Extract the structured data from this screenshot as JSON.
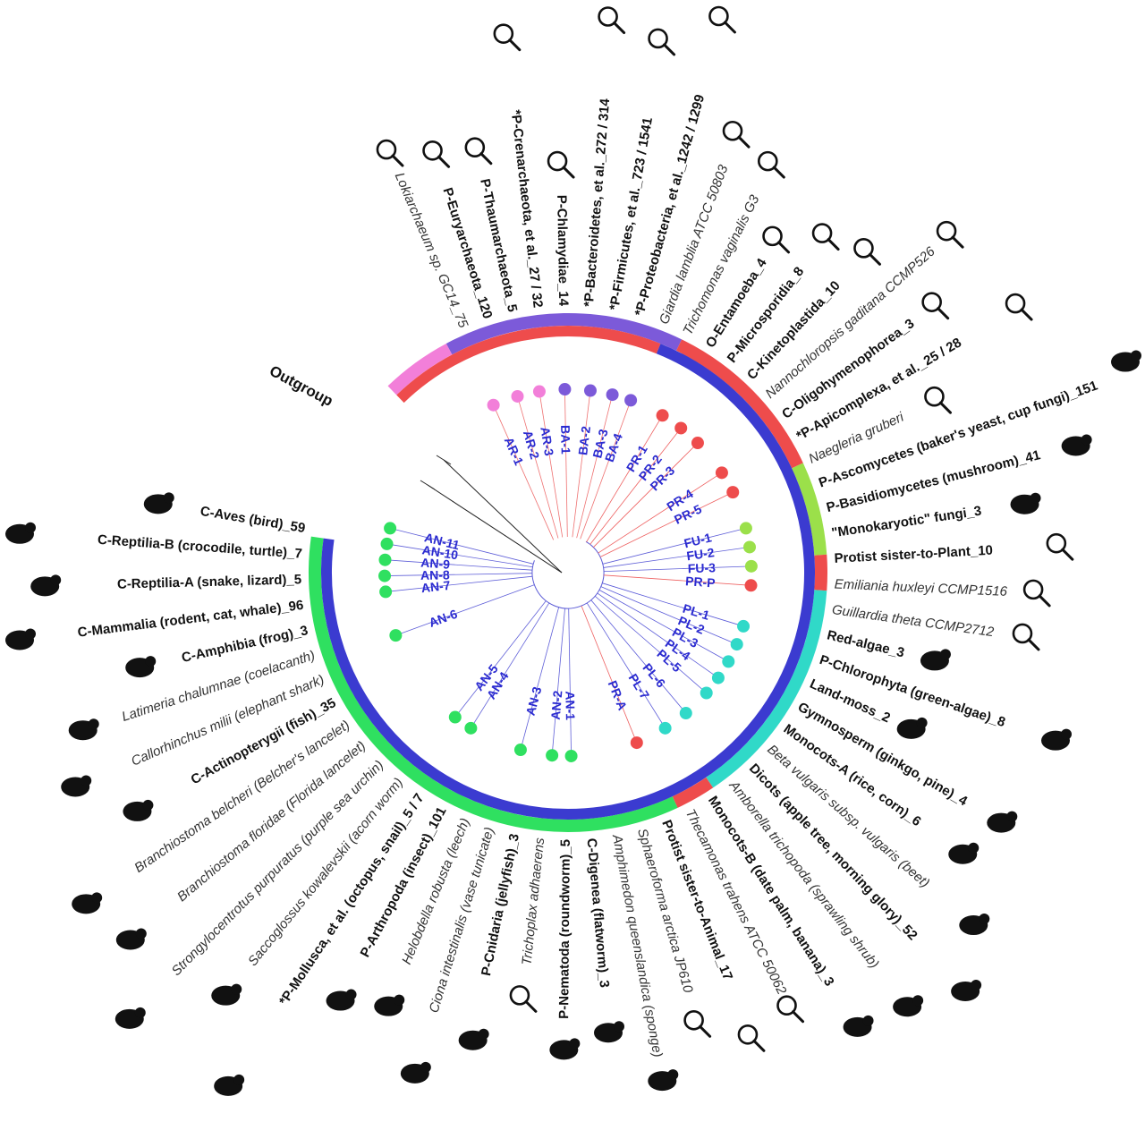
{
  "outgroup_label": "Outgroup",
  "colors": {
    "archaea": "#f27fd9",
    "bacteroid": "#7c5ad9",
    "protist": "#ee4c4c",
    "fungi": "#9be04a",
    "plant": "#30d9c8",
    "animal": "#2fe060",
    "inner_ring": "#3b3bd0",
    "tip_label": "#2b2bd0",
    "icon": "#111111"
  },
  "outer_ring": [
    {
      "group": "archaea",
      "from": 226,
      "to": 242,
      "color": "#f27fd9"
    },
    {
      "group": "bacteria",
      "from": 242,
      "to": 296,
      "color": "#7c5ad9"
    },
    {
      "group": "protist",
      "from": 296,
      "to": 335,
      "color": "#ee4c4c"
    },
    {
      "group": "fungi",
      "from": 335,
      "to": 356,
      "color": "#9be04a"
    },
    {
      "group": "protist-plant",
      "from": 356,
      "to": 364,
      "color": "#ee4c4c"
    },
    {
      "group": "plant",
      "from": 364,
      "to": 416,
      "color": "#30d9c8"
    },
    {
      "group": "protist-animal",
      "from": 416,
      "to": 425,
      "color": "#ee4c4c"
    },
    {
      "group": "animal",
      "from": 425,
      "to": 548,
      "color": "#2fe060"
    }
  ],
  "mid_ring": [
    {
      "from": 226,
      "to": 292,
      "color": "#ee4c4c"
    },
    {
      "from": 292,
      "to": 548,
      "color": "#3b3bd0"
    }
  ],
  "tips": [
    {
      "label": "AR-1",
      "angle": 246,
      "color": "#f27fd9"
    },
    {
      "label": "AR-2",
      "angle": 254,
      "color": "#f27fd9"
    },
    {
      "label": "AR-3",
      "angle": 261,
      "color": "#f27fd9"
    },
    {
      "label": "BA-1",
      "angle": 269,
      "color": "#7c5ad9"
    },
    {
      "label": "BA-2",
      "angle": 277,
      "color": "#7c5ad9"
    },
    {
      "label": "BA-3",
      "angle": 284,
      "color": "#7c5ad9"
    },
    {
      "label": "BA-4",
      "angle": 290,
      "color": "#7c5ad9"
    },
    {
      "label": "PR-1",
      "angle": 301,
      "color": "#ee4c4c"
    },
    {
      "label": "PR-2",
      "angle": 308,
      "color": "#ee4c4c"
    },
    {
      "label": "PR-3",
      "angle": 315,
      "color": "#ee4c4c"
    },
    {
      "label": "PR-4",
      "angle": 327,
      "color": "#ee4c4c"
    },
    {
      "label": "PR-5",
      "angle": 334,
      "color": "#ee4c4c"
    },
    {
      "label": "FU-1",
      "angle": 346,
      "color": "#9be04a"
    },
    {
      "label": "FU-2",
      "angle": 352,
      "color": "#9be04a"
    },
    {
      "label": "FU-3",
      "angle": 358,
      "color": "#9be04a"
    },
    {
      "label": "PR-P",
      "angle": 364,
      "color": "#ee4c4c"
    },
    {
      "label": "PL-1",
      "angle": 377,
      "color": "#30d9c8"
    },
    {
      "label": "PL-2",
      "angle": 383,
      "color": "#30d9c8"
    },
    {
      "label": "PL-3",
      "angle": 389,
      "color": "#30d9c8"
    },
    {
      "label": "PL-4",
      "angle": 395,
      "color": "#30d9c8"
    },
    {
      "label": "PL-5",
      "angle": 401,
      "color": "#30d9c8"
    },
    {
      "label": "PL-6",
      "angle": 410,
      "color": "#30d9c8"
    },
    {
      "label": "PL-7",
      "angle": 418,
      "color": "#30d9c8"
    },
    {
      "label": "PR-A",
      "angle": 428,
      "color": "#ee4c4c"
    },
    {
      "label": "AN-1",
      "angle": 449,
      "color": "#2fe060"
    },
    {
      "label": "AN-2",
      "angle": 455,
      "color": "#2fe060"
    },
    {
      "label": "AN-3",
      "angle": 465,
      "color": "#2fe060"
    },
    {
      "label": "AN-4",
      "angle": 482,
      "color": "#2fe060"
    },
    {
      "label": "AN-5",
      "angle": 488,
      "color": "#2fe060"
    },
    {
      "label": "AN-6",
      "angle": 520,
      "color": "#2fe060"
    },
    {
      "label": "AN-7",
      "angle": 534,
      "color": "#2fe060"
    },
    {
      "label": "AN-8",
      "angle": 539,
      "color": "#2fe060"
    },
    {
      "label": "AN-9",
      "angle": 544,
      "color": "#2fe060"
    },
    {
      "label": "AN-10",
      "angle": 549,
      "color": "#2fe060"
    },
    {
      "label": "AN-11",
      "angle": 554,
      "color": "#2fe060"
    }
  ],
  "taxa": [
    {
      "text": "Lokiarchaeum sp. GC14_75",
      "angle": 247,
      "style": "italic",
      "icon": "magnifier-icon"
    },
    {
      "text": "P-Euryarchaeota_120",
      "angle": 252.5,
      "style": "bold",
      "icon": "magnifier-icon"
    },
    {
      "text": "P-Thaumarchaeota_5",
      "angle": 258,
      "style": "bold",
      "icon": "magnifier-icon"
    },
    {
      "text": "*P-Crenarchaeota, et al._27 / 32",
      "angle": 263.5,
      "style": "bold",
      "icon": "magnifier-icon"
    },
    {
      "text": "P-Chlamydiae_14",
      "angle": 269,
      "style": "bold",
      "icon": "magnifier-icon"
    },
    {
      "text": "*P-Bacteroidetes, et al._272 / 314",
      "angle": 274.5,
      "style": "bold",
      "icon": "magnifier-icon"
    },
    {
      "text": "*P-Firmicutes, et al._723 / 1541",
      "angle": 280,
      "style": "bold",
      "icon": "magnifier-icon"
    },
    {
      "text": "*P-Proteobacteria, et al._1242 / 1299",
      "angle": 285.5,
      "style": "bold",
      "icon": "magnifier-icon"
    },
    {
      "text": "Giardia lamblia ATCC 50803",
      "angle": 291,
      "style": "italic",
      "icon": "magnifier-icon"
    },
    {
      "text": "Trichomonas vaginalis G3",
      "angle": 296.5,
      "style": "italic",
      "icon": "magnifier-icon"
    },
    {
      "text": "O-Entamoeba_4",
      "angle": 302,
      "style": "bold",
      "icon": "magnifier-icon"
    },
    {
      "text": "P-Microsporidia_8",
      "angle": 307.5,
      "style": "bold",
      "icon": "magnifier-icon"
    },
    {
      "text": "C-Kinetoplastida_10",
      "angle": 313,
      "style": "bold",
      "icon": "magnifier-icon"
    },
    {
      "text": "Nannochloropsis gaditana CCMP526",
      "angle": 318.5,
      "style": "italic",
      "icon": "magnifier-icon"
    },
    {
      "text": "C-Oligohymenophorea_3",
      "angle": 324,
      "style": "bold",
      "icon": "magnifier-icon"
    },
    {
      "text": "*P-Apicomplexa, et al._25 / 28",
      "angle": 329.5,
      "style": "bold",
      "icon": "magnifier-icon"
    },
    {
      "text": "Naegleria gruberi",
      "angle": 335,
      "style": "italic",
      "icon": "magnifier-icon"
    },
    {
      "text": "P-Ascomycetes (baker's yeast, cup fungi)_151",
      "angle": 340.5,
      "style": "bold",
      "icon": "cup-fungus-icon"
    },
    {
      "text": "P-Basidiomycetes (mushroom)_41",
      "angle": 346,
      "style": "bold",
      "icon": "mushroom-icon"
    },
    {
      "text": "\"Monokaryotic\" fungi_3",
      "angle": 351.5,
      "style": "bold",
      "icon": "mold-icon"
    },
    {
      "text": "Protist sister-to-Plant_10",
      "angle": 357,
      "style": "bold",
      "icon": "magnifier-icon"
    },
    {
      "text": "Emiliania huxleyi CCMP1516",
      "angle": 362.5,
      "style": "italic",
      "icon": "magnifier-icon"
    },
    {
      "text": "Guillardia theta CCMP2712",
      "angle": 368,
      "style": "italic",
      "icon": "magnifier-icon"
    },
    {
      "text": "Red-algae_3",
      "angle": 373.5,
      "style": "bold",
      "icon": "red-algae-icon"
    },
    {
      "text": "P-Chlorophyta (green-algae)_8",
      "angle": 379,
      "style": "bold",
      "icon": "green-algae-icon"
    },
    {
      "text": "Land-moss_2",
      "angle": 384.5,
      "style": "bold",
      "icon": "moss-icon"
    },
    {
      "text": "Gymnosperm (ginkgo, pine)_4",
      "angle": 390,
      "style": "bold",
      "icon": "pine-tree-icon"
    },
    {
      "text": "Monocots-A (rice, corn)_6",
      "angle": 395.5,
      "style": "bold",
      "icon": "corn-icon"
    },
    {
      "text": "Beta vulgaris subsp. vulgaris (beet)",
      "angle": 401,
      "style": "italic",
      "icon": "beet-icon"
    },
    {
      "text": "Dicots (apple tree, morning glory)_52",
      "angle": 406.5,
      "style": "bold",
      "icon": "apple-icon"
    },
    {
      "text": "Amborella trichopoda (sprawling shrub)",
      "angle": 412,
      "style": "italic",
      "icon": "shrub-icon"
    },
    {
      "text": "Monocots-B (date palm, banana)_3",
      "angle": 417.5,
      "style": "bold",
      "icon": "banana-icon"
    },
    {
      "text": "Thecamonas trahens ATCC 50062",
      "angle": 423,
      "style": "italic",
      "icon": "magnifier-icon"
    },
    {
      "text": "Protist sister-to-Animal_17",
      "angle": 428.5,
      "style": "bold",
      "icon": "magnifier-icon"
    },
    {
      "text": "Sphaeroforma arctica JP610",
      "angle": 434,
      "style": "italic",
      "icon": "magnifier-icon"
    },
    {
      "text": "Amphimedon queenslandica (sponge)",
      "angle": 439.5,
      "style": "italic",
      "icon": "sponge-icon"
    },
    {
      "text": "C-Digenea (flatworm)_3",
      "angle": 445,
      "style": "bold",
      "icon": "flatworm-icon"
    },
    {
      "text": "P-Nematoda (roundworm)_5",
      "angle": 450.5,
      "style": "bold",
      "icon": "roundworm-icon"
    },
    {
      "text": "Trichoplax adhaerens",
      "angle": 456,
      "style": "italic",
      "icon": "magnifier-icon"
    },
    {
      "text": "P-Cnidaria (jellyfish)_3",
      "angle": 461.5,
      "style": "bold",
      "icon": "jellyfish-icon"
    },
    {
      "text": "Ciona intestinalis (vase tunicate)",
      "angle": 467,
      "style": "italic",
      "icon": "tunicate-icon"
    },
    {
      "text": "Helobdella robusta (leech)",
      "angle": 472.5,
      "style": "italic",
      "icon": "leech-icon"
    },
    {
      "text": "P-Arthropoda (insect)_101",
      "angle": 478,
      "style": "bold",
      "icon": "insect-icon"
    },
    {
      "text": "*P-Mollusca, et al. (octopus, snail)_5 / 7",
      "angle": 483.5,
      "style": "bold",
      "icon": "snail-icon"
    },
    {
      "text": "Saccoglossus kowalevskii (acorn worm)",
      "angle": 489,
      "style": "italic",
      "icon": "acorn-worm-icon"
    },
    {
      "text": "Strongylocentrotus purpuratus (purple sea urchin)",
      "angle": 494.5,
      "style": "italic",
      "icon": "sea-urchin-icon"
    },
    {
      "text": "Branchiostoma floridae (Florida lancelet)",
      "angle": 500,
      "style": "italic",
      "icon": "lancelet-icon"
    },
    {
      "text": "Branchiostoma belcheri (Belcher's lancelet)",
      "angle": 505.5,
      "style": "italic",
      "icon": "lancelet-icon"
    },
    {
      "text": "C-Actinopterygii (fish)_35",
      "angle": 511,
      "style": "bold",
      "icon": "fish-icon"
    },
    {
      "text": "Callorhinchus milii (elephant shark)",
      "angle": 516.5,
      "style": "italic",
      "icon": "shark-icon"
    },
    {
      "text": "Latimeria chalumnae (coelacanth)",
      "angle": 522,
      "style": "italic",
      "icon": "coelacanth-icon"
    },
    {
      "text": "C-Amphibia (frog)_3",
      "angle": 527.5,
      "style": "bold",
      "icon": "frog-icon"
    },
    {
      "text": "C-Mammalia (rodent, cat, whale)_96",
      "angle": 533,
      "style": "bold",
      "icon": "human-icon"
    },
    {
      "text": "C-Reptilia-A (snake, lizard)_5",
      "angle": 538.5,
      "style": "bold",
      "icon": "snake-icon"
    },
    {
      "text": "C-Reptilia-B (crocodile, turtle)_7",
      "angle": 544,
      "style": "bold",
      "icon": "crocodile-icon"
    },
    {
      "text": "C-Aves (bird)_59",
      "angle": 549.5,
      "style": "bold",
      "icon": "bird-icon"
    }
  ]
}
